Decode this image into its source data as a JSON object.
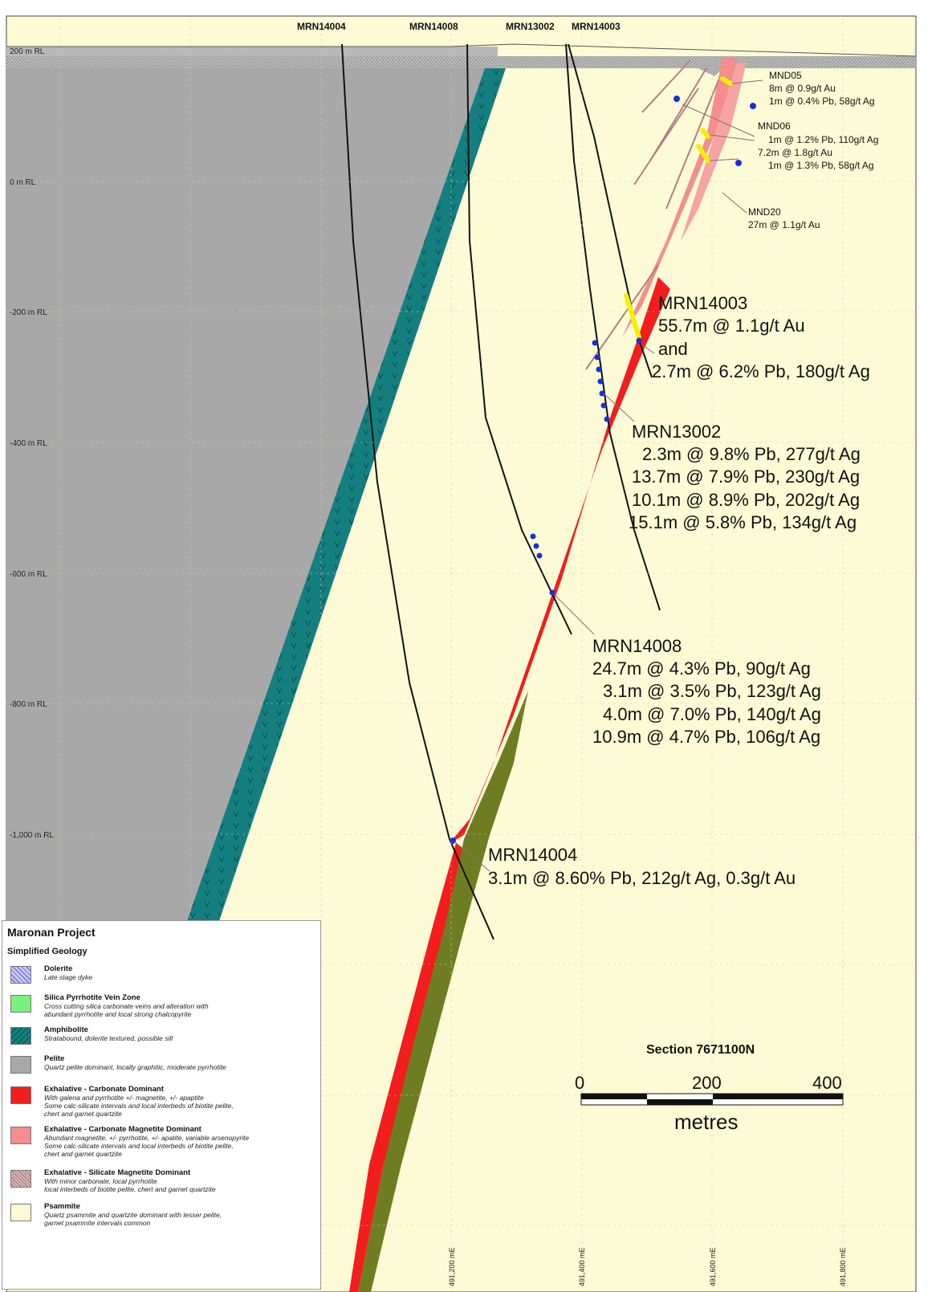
{
  "rl_labels": [
    "200 m RL",
    "0 m RL",
    "-200 m RL",
    "-400 m RL",
    "-600 m RL",
    "-800 m RL",
    "-1,000 m RL"
  ],
  "hole_headers": [
    "MRN14004",
    "MRN14008",
    "MRN13002",
    "MRN14003"
  ],
  "annotations": {
    "mnd05": {
      "title": "MND05",
      "lines": [
        "8m @ 0.9g/t Au",
        "1m @ 0.4% Pb, 58g/t Ag"
      ]
    },
    "mnd06": {
      "title": "MND06",
      "lines": [
        "1m @ 1.2% Pb, 110g/t Ag",
        "7.2m @ 1.8g/t Au",
        "1m @ 1.3% Pb, 58g/t Ag"
      ]
    },
    "mnd20": {
      "title": "MND20",
      "lines": [
        "27m @ 1.1g/t Au"
      ]
    },
    "mrn14003": {
      "title": "MRN14003",
      "lines": [
        "55.7m @ 1.1g/t Au",
        "and",
        "2.7m @ 6.2% Pb, 180g/t Ag"
      ]
    },
    "mrn13002": {
      "title": "MRN13002",
      "lines": [
        "2.3m @ 9.8% Pb, 277g/t Ag",
        "13.7m @ 7.9% Pb, 230g/t Ag",
        "10.1m @ 8.9% Pb, 202g/t Ag",
        "15.1m @ 5.8% Pb, 134g/t Ag"
      ]
    },
    "mrn14008": {
      "title": "MRN14008",
      "lines": [
        "24.7m @ 4.3% Pb,   90g/t Ag",
        "3.1m @ 3.5% Pb, 123g/t Ag",
        "4.0m @ 7.0% Pb, 140g/t Ag",
        "10.9m @ 4.7% Pb, 106g/t Ag"
      ]
    },
    "mrn14004": {
      "title": "MRN14004",
      "lines": [
        "3.1m @ 8.60% Pb, 212g/t Ag, 0.3g/t Au"
      ]
    }
  },
  "section": {
    "title": "Section 7671100N",
    "scale_ticks": [
      "0",
      "200",
      "400"
    ],
    "scale_unit": "metres"
  },
  "easting_labels": [
    "491,200 mE",
    "491,400 mE",
    "491,600 mE",
    "491,800 mE"
  ],
  "legend": {
    "title": "Maronan Project",
    "subtitle": "Simplified Geology",
    "items": [
      {
        "name": "Dolerite",
        "desc": "Late stage dyke",
        "color": "#9a9ae8"
      },
      {
        "name": "Silica Pyrrhotite Vein Zone",
        "desc": "Cross cutting silica carbonate veins and alteration with\nabundant pyrrhotite and local strong chalcopyrite",
        "color": "#7cf07c"
      },
      {
        "name": "Amphibolite",
        "desc": "Stratabound, dolerite textured, possible sill",
        "color": "#157f80"
      },
      {
        "name": "Pelite",
        "desc": "Quartz pelite dominant, locally graphitic, moderate pyrrhotite",
        "color": "#a8a8a8"
      },
      {
        "name": "Exhalative - Carbonate Dominant",
        "desc": "With galena and pyrrhotite +/- magnetite, +/- apaptite\nSome calc-silicate intervals and local interbeds of biotite pelite,\nchert and garnet quartzite",
        "color": "#f21d1d"
      },
      {
        "name": "Exhalative - Carbonate Magnetite Dominant",
        "desc": "Abundant magnetite, +/- pyrrhotite, +/- apatite, variable arsenopyrite\nSome calc-silicate intervals and local interbeds of biotite pelite,\nchert and garnet quartzite",
        "color": "#f48d8d"
      },
      {
        "name": "Exhalative - Silicate Magnetite Dominant",
        "desc": "With minor carbonate, local pyrrhotite\nlocal interbeds of biotite pelite, chert and garnet quartzite",
        "color": "#b98a8a"
      },
      {
        "name": "Psammite",
        "desc": "Quartz psammite and quartzite dominant with lesser pelite,\ngarnet psammite intervals common",
        "color": "#fdfbd6"
      }
    ]
  }
}
